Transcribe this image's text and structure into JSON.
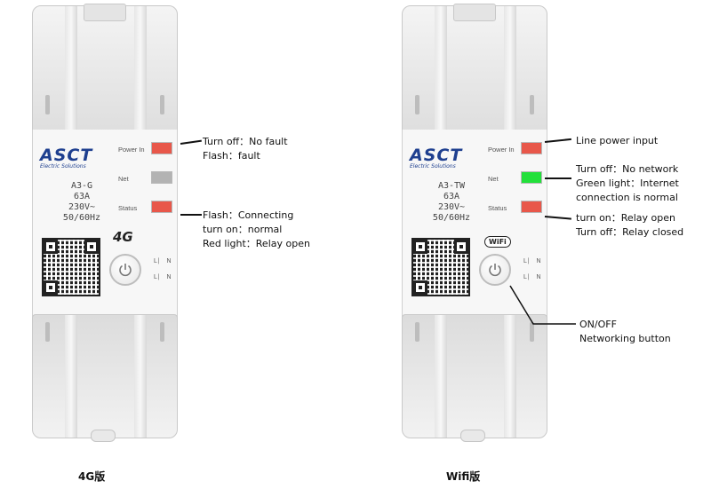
{
  "devices": [
    {
      "brand": "ASCT",
      "brand_sub": "Electric Solutions",
      "model": "A3-G",
      "current": "63A",
      "voltage": "230V~",
      "frequency": "50/60Hz",
      "led_labels": [
        "Power In",
        "Net",
        "Status"
      ],
      "led_colors": [
        "#e8574a",
        "#b3b3b3",
        "#e8574a"
      ],
      "badge": "4G",
      "switch_text": "L N\nL N",
      "caption": "4G版",
      "annotations": {
        "power": [
          "Turn off：No fault",
          "Flash：fault"
        ],
        "status": [
          "Flash：Connecting",
          "turn on：normal",
          "Red light：Relay open"
        ]
      }
    },
    {
      "brand": "ASCT",
      "brand_sub": "Electric Solutions",
      "model": "A3-TW",
      "current": "63A",
      "voltage": "230V~",
      "frequency": "50/60Hz",
      "led_labels": [
        "Power In",
        "Net",
        "Status"
      ],
      "led_colors": [
        "#e8574a",
        "#22e03a",
        "#e8574a"
      ],
      "badge": "WiFi",
      "switch_text": "L N\nL N",
      "caption": "Wifi版",
      "annotations": {
        "power": [
          "Line power input"
        ],
        "net": [
          "Turn off：No network",
          "Green light：Internet",
          "connection is normal"
        ],
        "status": [
          "turn on：Relay open",
          "Turn off：Relay closed"
        ],
        "button": [
          "ON/OFF",
          "Networking button"
        ]
      }
    }
  ]
}
